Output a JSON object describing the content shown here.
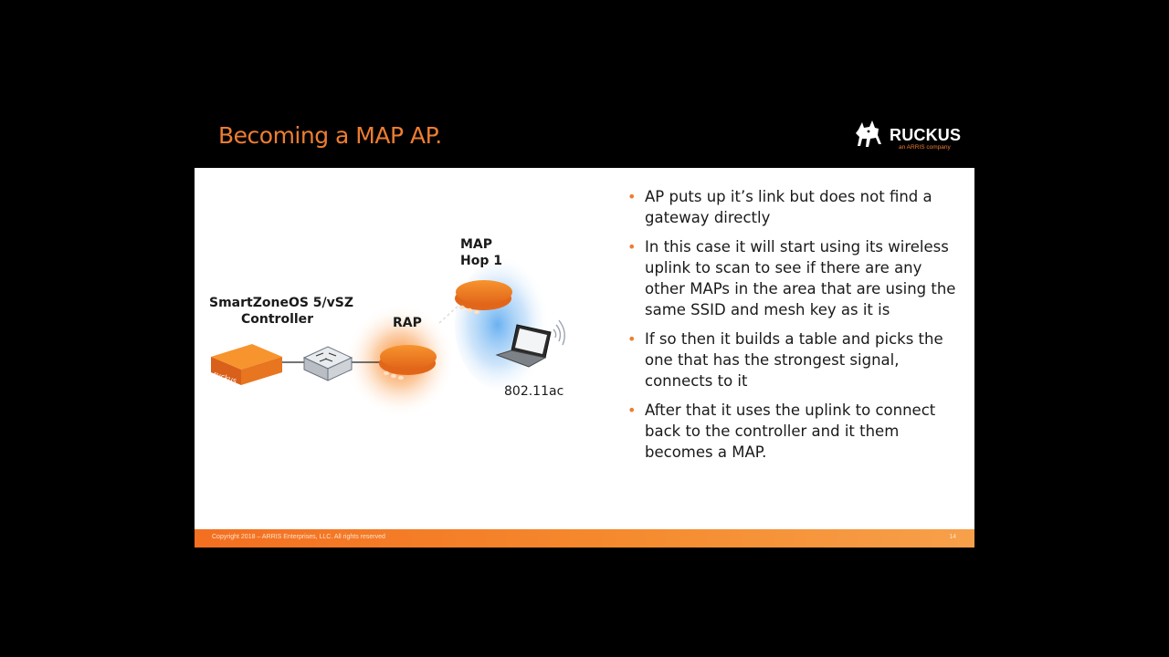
{
  "slide": {
    "title": "Becoming a MAP AP.",
    "logo_text": "RUCKUS",
    "logo_subtext": "an ARRIS company",
    "footer_copyright": "Copyright 2018 – ARRIS Enterprises, LLC. All rights reserved",
    "page_number": "14"
  },
  "diagram": {
    "controller_label_line1": "SmartZoneOS 5/vSZ",
    "controller_label_line2": "Controller",
    "rap_label": "RAP",
    "map_label_line1": "MAP",
    "map_label_line2": "Hop 1",
    "client_label": "802.11ac",
    "device_badge": "ruckus"
  },
  "bullets": [
    "AP puts up it’s link but does not find a gateway directly",
    "In this case it will start using its wireless uplink to scan to see if there are any other MAPs in the area that are using the same SSID and mesh key as it is",
    "If so then it builds a table and picks the one that has the strongest signal, connects to it",
    "After that it uses the uplink to connect back to the controller and it them becomes a MAP."
  ],
  "colors": {
    "accent": "#ee7d31",
    "background": "#000000",
    "slide": "#ffffff",
    "footer": "#f36f21"
  }
}
